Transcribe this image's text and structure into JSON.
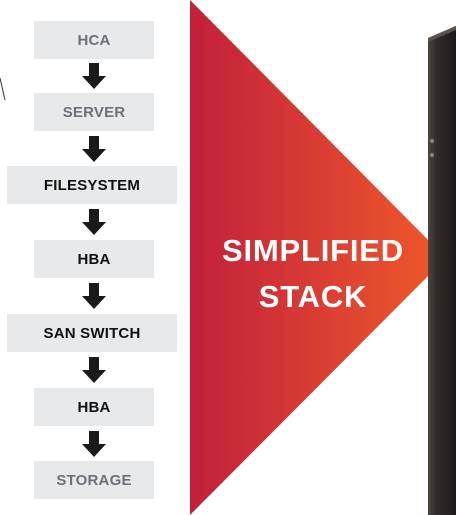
{
  "stack": {
    "layers": [
      {
        "label": "HCA"
      },
      {
        "label": "SERVER"
      },
      {
        "label": "FILESYSTEM"
      },
      {
        "label": "HBA"
      },
      {
        "label": "SAN SWITCH"
      },
      {
        "label": "HBA"
      },
      {
        "label": "STORAGE"
      }
    ]
  },
  "banner": {
    "line1": "SIMPLIFIED",
    "line2": "STACK",
    "gradient_start": "#c2203b",
    "gradient_end": "#f05a2a"
  },
  "colors": {
    "box_fill": "#e8e9ea",
    "arrow": "#1a1a1a",
    "device": "#2a2622"
  },
  "icons": {
    "arrow": "arrow-down-icon",
    "device": "storage-appliance-icon"
  }
}
